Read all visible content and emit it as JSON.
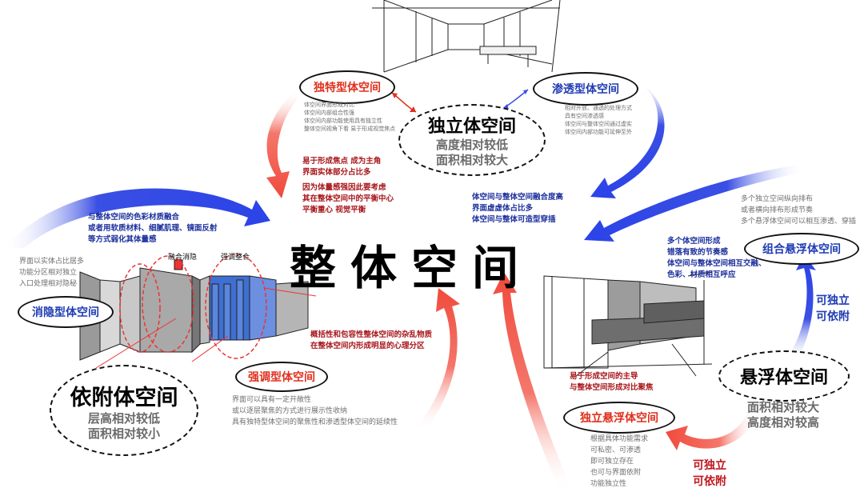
{
  "main_title": "整体空间",
  "nodes": {
    "independent": {
      "label": "独立体空间",
      "sub": [
        "高度相对较低",
        "面积相对较大"
      ]
    },
    "attached": {
      "label": "依附体空间",
      "sub": [
        "层高相对较低",
        "面积相对较小"
      ]
    },
    "floating": {
      "label": "悬浮体空间",
      "sub": [
        "面积相对较大",
        "高度相对较高"
      ]
    },
    "unique": {
      "label": "独特型体空间",
      "notes": [
        "体空间界面形成对比",
        "体空间内部组合性强",
        "体空间内部功能使用具有独立性",
        "整体空间视角下看 易于形成视觉焦点"
      ]
    },
    "permeable": {
      "label": "渗透型体空间",
      "notes": [
        "相对开放、通透的处理方式",
        "具有空间渗透感",
        "体空间与整体空间通过虚实",
        "体空间内部功能可延伸至外"
      ]
    },
    "hidden": {
      "label": "消隐型体空间",
      "notes": [
        "界面以实体占比居多",
        "功能分区相对独立",
        "入口处理相对隐秘"
      ]
    },
    "emphasis": {
      "label": "强调型体空间",
      "notes": [
        "界面可以具有一定开敞性",
        "或以逐层聚焦的方式进行展示性收纳",
        "具有独特型体空间的聚焦性和渗透型体空间的延续性"
      ]
    },
    "combo_float": {
      "label": "组合悬浮体空间",
      "notes": [
        "多个独立空间纵向排布",
        "或者横向排布形成节奏",
        "多个悬浮体空间可以相互渗透、穿插"
      ]
    },
    "indep_float": {
      "label": "独立悬浮体空间",
      "notes": [
        "根据具体功能需求",
        "可私密、可渗透",
        "即可独立存在",
        "也可与界面依附",
        "功能独立性"
      ]
    }
  },
  "annotations": {
    "unique_red": [
      "易于形成焦点 成为主角",
      "界面实体部分占比多"
    ],
    "unique_red2": [
      "因为体量感强因此要考虑",
      "其在整体空间中的平衡中心",
      "平衡重心 视觉平衡"
    ],
    "permeable_blue": [
      "体空间与整体空间融合度高",
      "界面虚虚体占比多",
      "体空间与整体可造型穿插"
    ],
    "hidden_blue": [
      "与整体空间的色彩材质融合",
      "或者用软质材料、细腻肌理、镜面反射",
      "等方式弱化其体量感"
    ],
    "emphasis_red": [
      "概括性和包容性整体空间的杂乱物质",
      "在整体空间内形成明显的心理分区"
    ],
    "combo_blue": [
      "多个体空间形成",
      "错落有致的节奏感",
      "体空间与整体空间相互交融、",
      "色彩、材质相互呼应"
    ],
    "float_red": [
      "易于形成空间的主导",
      "与整体空间形成对比聚焦"
    ]
  },
  "side_labels": {
    "blue": [
      "可独立",
      "可依附"
    ],
    "red": [
      "可独立",
      "可依附"
    ]
  },
  "sketch_labels": {
    "fade": "融合消隐",
    "emphasis": "强调整合"
  },
  "colors": {
    "red": "#f25a4c",
    "blue": "#3a4fe3",
    "dark_red": "#a8161b",
    "dark_blue": "#1b2f9c"
  }
}
